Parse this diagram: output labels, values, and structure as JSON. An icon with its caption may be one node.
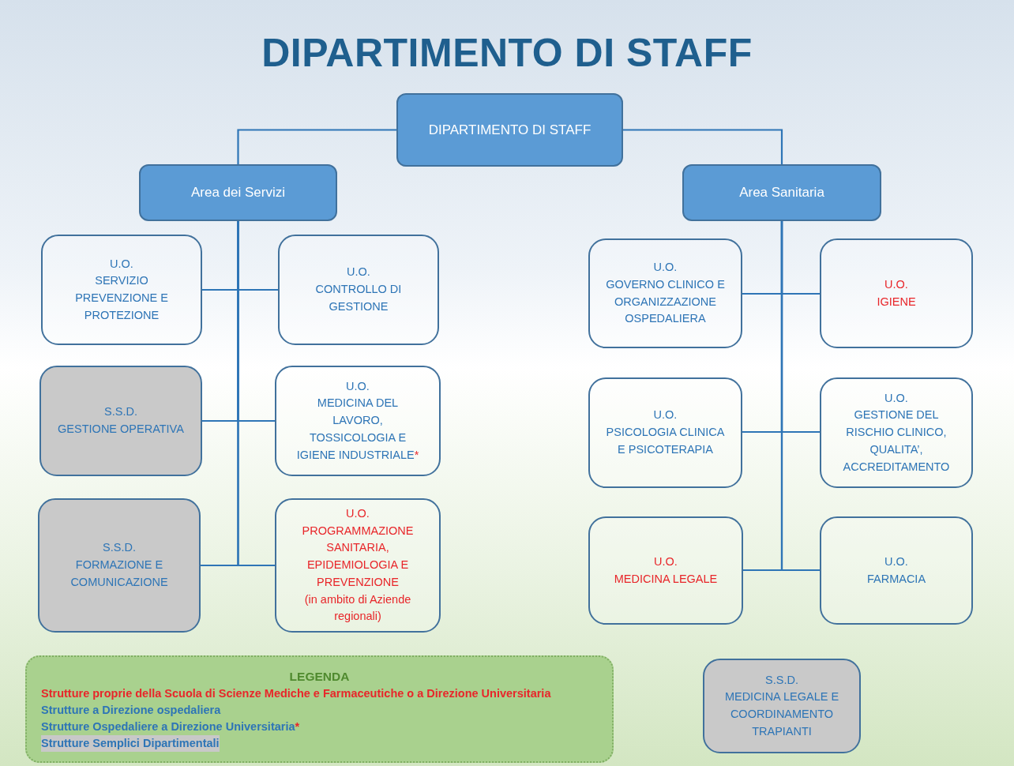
{
  "diagram": {
    "title": "DIPARTIMENTO DI STAFF",
    "nodes": [
      {
        "text": [
          "DIPARTIMENTO DI STAFF"
        ]
      },
      {
        "text": [
          "Area dei Servizi"
        ]
      },
      {
        "text": [
          "Area Sanitaria"
        ]
      },
      {
        "text": [
          "U.O.",
          "SERVIZIO PREVENZIONE E PROTEZIONE"
        ]
      },
      {
        "text": [
          "U.O.",
          "CONTROLLO DI GESTIONE"
        ]
      },
      {
        "text": [
          "S.S.D.",
          "GESTIONE OPERATIVA"
        ]
      },
      {
        "text": [
          "U.O.",
          "MEDICINA DEL LAVORO, TOSSICOLOGIA E IGIENE INDUSTRIALE*"
        ]
      },
      {
        "text": [
          "S.S.D.",
          "FORMAZIONE E COMUNICAZIONE"
        ]
      },
      {
        "text": [
          "U.O.",
          "PROGRAMMAZIONE SANITARIA, EPIDEMIOLOGIA E PREVENZIONE",
          "(in ambito di Aziende regionali)"
        ]
      },
      {
        "text": [
          "U.O.",
          "GOVERNO CLINICO E ORGANIZZAZIONE OSPEDALIERA"
        ]
      },
      {
        "text": [
          "U.O.",
          "IGIENE"
        ]
      },
      {
        "text": [
          "U.O.",
          "PSICOLOGIA CLINICA E PSICOTERAPIA"
        ]
      },
      {
        "text": [
          "U.O.",
          "GESTIONE DEL RISCHIO CLINICO, QUALITA’, ACCREDITAMENTO"
        ]
      },
      {
        "text": [
          "U.O.",
          "MEDICINA LEGALE"
        ]
      },
      {
        "text": [
          "U.O.",
          "FARMACIA"
        ]
      },
      {
        "text": [
          "S.S.D.",
          "MEDICINA LEGALE E COORDINAMENTO TRAPIANTI"
        ]
      }
    ],
    "edges": [
      {
        "from": 0,
        "to": 1,
        "arrow": "none"
      },
      {
        "from": 0,
        "to": 2,
        "arrow": "none"
      },
      {
        "from": 1,
        "to": 3,
        "arrow": "none"
      },
      {
        "from": 1,
        "to": 4,
        "arrow": "none"
      },
      {
        "from": 1,
        "to": 5,
        "arrow": "none"
      },
      {
        "from": 1,
        "to": 6,
        "arrow": "none"
      },
      {
        "from": 1,
        "to": 7,
        "arrow": "none"
      },
      {
        "from": 1,
        "to": 8,
        "arrow": "none"
      },
      {
        "from": 2,
        "to": 9,
        "arrow": "none"
      },
      {
        "from": 2,
        "to": 10,
        "arrow": "none"
      },
      {
        "from": 2,
        "to": 11,
        "arrow": "none"
      },
      {
        "from": 2,
        "to": 12,
        "arrow": "none"
      },
      {
        "from": 2,
        "to": 13,
        "arrow": "none"
      },
      {
        "from": 2,
        "to": 14,
        "arrow": "none"
      }
    ],
    "labels": [
      "LEGENDA"
    ],
    "legend": [
      {
        "text": "Strutture proprie della Scuola di Scienze Mediche e Farmaceutiche o a Direzione Universitaria",
        "color": "#e8262a"
      },
      {
        "text": "Strutture a Direzione ospedaliera",
        "color": "#2e75b6"
      },
      {
        "text": "Strutture Ospedaliere a Direzione Universitaria*",
        "color": "#2e75b6"
      },
      {
        "text": "Strutture Semplici Dipartimentali",
        "color": "#c8c8c8"
      }
    ]
  }
}
